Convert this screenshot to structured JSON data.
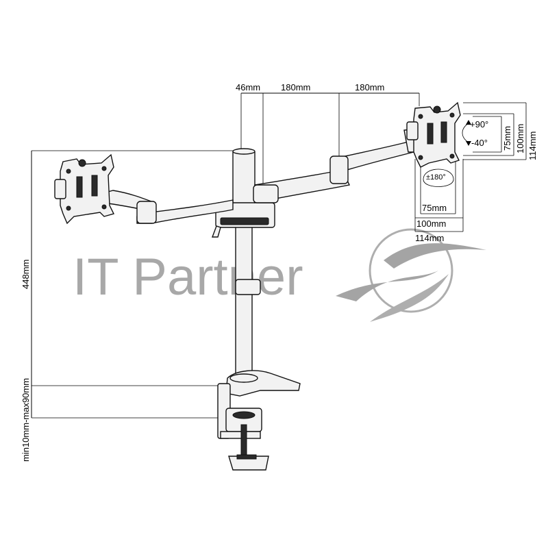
{
  "dimensions": {
    "top": [
      "46mm",
      "180mm",
      "180mm"
    ],
    "pole_height": "448mm",
    "clamp_range": "min10mm-max90mm",
    "vesa_vertical": [
      "75mm",
      "100mm",
      "114mm"
    ],
    "vesa_horizontal": [
      "75mm",
      "100mm",
      "114mm"
    ],
    "tilt_up": "+90°",
    "tilt_down": "-40°",
    "rotation": "±180°"
  },
  "watermark": {
    "text": "IT Partner",
    "color": "#9a9a9a"
  },
  "colors": {
    "line": "#000000",
    "part_fill": "#f2f2f2",
    "clamp_dark": "#2a2a2a"
  }
}
